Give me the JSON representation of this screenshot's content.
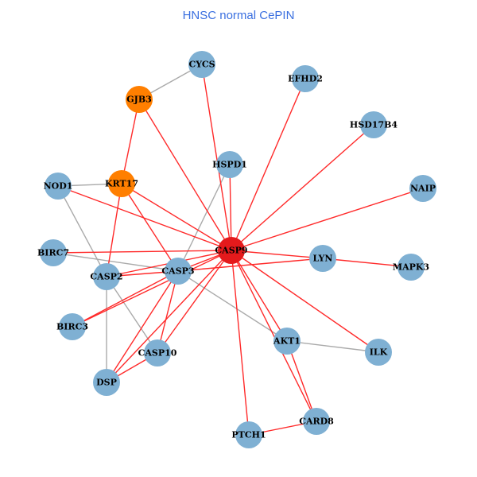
{
  "title": "HNSC normal CePIN",
  "colors": {
    "node_default": "#7fb0d3",
    "node_hub": "#e41a1c",
    "node_highlight": "#ff7f00",
    "edge_red": "#ff2a2a",
    "edge_gray": "#aaaaaa"
  },
  "nodes": [
    {
      "id": "CYCS",
      "type": "default"
    },
    {
      "id": "EFHD2",
      "type": "default"
    },
    {
      "id": "GJB3",
      "type": "highlight"
    },
    {
      "id": "HSD17B4",
      "type": "default"
    },
    {
      "id": "HSPD1",
      "type": "default"
    },
    {
      "id": "NOD1",
      "type": "default"
    },
    {
      "id": "KRT17",
      "type": "highlight"
    },
    {
      "id": "NAIP",
      "type": "default"
    },
    {
      "id": "BIRC7",
      "type": "default"
    },
    {
      "id": "CASP9",
      "type": "hub"
    },
    {
      "id": "LYN",
      "type": "default"
    },
    {
      "id": "MAPK3",
      "type": "default"
    },
    {
      "id": "CASP2",
      "type": "default"
    },
    {
      "id": "CASP3",
      "type": "default"
    },
    {
      "id": "BIRC3",
      "type": "default"
    },
    {
      "id": "AKT1",
      "type": "default"
    },
    {
      "id": "ILK",
      "type": "default"
    },
    {
      "id": "CASP10",
      "type": "default"
    },
    {
      "id": "DSP",
      "type": "default"
    },
    {
      "id": "CARD8",
      "type": "default"
    },
    {
      "id": "PTCH1",
      "type": "default"
    }
  ],
  "edges": [
    [
      "CYCS",
      "GJB3",
      "gray"
    ],
    [
      "NOD1",
      "KRT17",
      "gray"
    ],
    [
      "NOD1",
      "CASP2",
      "gray"
    ],
    [
      "BIRC7",
      "CASP3",
      "gray"
    ],
    [
      "HSPD1",
      "CASP3",
      "gray"
    ],
    [
      "CASP2",
      "DSP",
      "gray"
    ],
    [
      "CASP2",
      "CASP10",
      "gray"
    ],
    [
      "CASP3",
      "AKT1",
      "gray"
    ],
    [
      "AKT1",
      "ILK",
      "gray"
    ],
    [
      "CYCS",
      "CASP9",
      "red"
    ],
    [
      "GJB3",
      "CASP9",
      "red"
    ],
    [
      "GJB3",
      "KRT17",
      "red"
    ],
    [
      "EFHD2",
      "CASP9",
      "red"
    ],
    [
      "HSD17B4",
      "CASP9",
      "red"
    ],
    [
      "NAIP",
      "CASP9",
      "red"
    ],
    [
      "HSPD1",
      "CASP9",
      "red"
    ],
    [
      "NOD1",
      "CASP9",
      "red"
    ],
    [
      "KRT17",
      "CASP9",
      "red"
    ],
    [
      "KRT17",
      "CASP2",
      "red"
    ],
    [
      "KRT17",
      "CASP3",
      "red"
    ],
    [
      "BIRC7",
      "CASP9",
      "red"
    ],
    [
      "CASP9",
      "CASP3",
      "red"
    ],
    [
      "CASP9",
      "CASP2",
      "red"
    ],
    [
      "CASP2",
      "CASP3",
      "red"
    ],
    [
      "CASP9",
      "BIRC3",
      "red"
    ],
    [
      "CASP3",
      "BIRC3",
      "red"
    ],
    [
      "CASP9",
      "LYN",
      "red"
    ],
    [
      "CASP3",
      "LYN",
      "red"
    ],
    [
      "LYN",
      "MAPK3",
      "red"
    ],
    [
      "CASP9",
      "AKT1",
      "red"
    ],
    [
      "CASP9",
      "CARD8",
      "red"
    ],
    [
      "CASP9",
      "ILK",
      "red"
    ],
    [
      "CASP9",
      "PTCH1",
      "red"
    ],
    [
      "PTCH1",
      "CARD8",
      "red"
    ],
    [
      "AKT1",
      "CARD8",
      "red"
    ],
    [
      "CASP3",
      "CASP10",
      "red"
    ],
    [
      "CASP9",
      "CASP10",
      "red"
    ],
    [
      "CASP9",
      "DSP",
      "red"
    ],
    [
      "CASP10",
      "DSP",
      "red"
    ],
    [
      "CASP3",
      "DSP",
      "red"
    ]
  ]
}
